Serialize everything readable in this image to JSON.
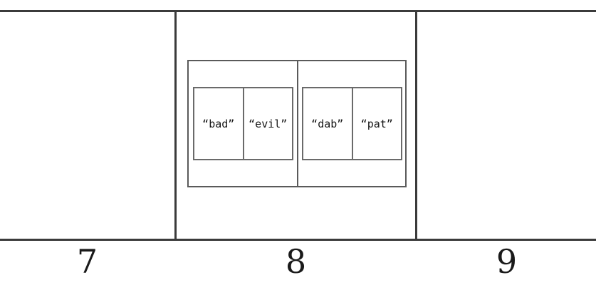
{
  "figure": {
    "type": "constituency-bracketing-diagram",
    "line_color": "#3b3b3b",
    "box_border_color": "#5a5a5a",
    "inner_box_border_color": "#6a6a6a",
    "text_color": "#161616",
    "background": "#ffffff"
  },
  "ruler": {
    "cells": [
      {
        "number": "7",
        "has_content": false
      },
      {
        "number": "8",
        "has_content": true
      },
      {
        "number": "9",
        "has_content": false
      }
    ]
  },
  "structure": {
    "outer_label": "",
    "groups": [
      {
        "group_label": "",
        "words": [
          {
            "text": "“bad”"
          },
          {
            "text": "“evil”"
          }
        ]
      },
      {
        "group_label": "",
        "words": [
          {
            "text": "“dab”"
          },
          {
            "text": "“pat”"
          }
        ]
      }
    ]
  }
}
